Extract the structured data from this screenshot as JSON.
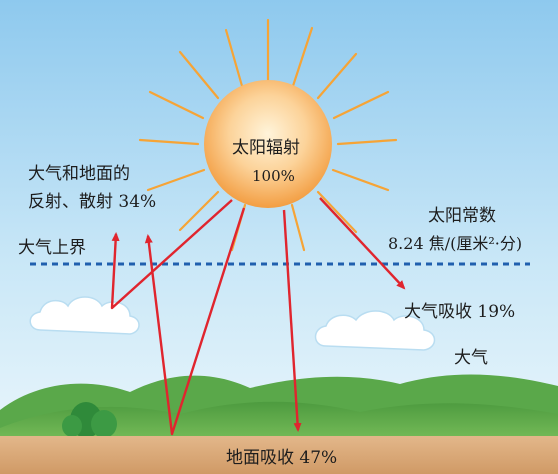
{
  "diagram": {
    "sun_label": "太阳辐射",
    "sun_percent": "100%",
    "reflect_line1": "大气和地面的",
    "reflect_line2": "反射、散射 34%",
    "atmosphere_top": "大气上界",
    "solar_constant_title": "太阳常数",
    "solar_constant_value": "8.24 焦/(厘米²·分)",
    "atmosphere_absorb": "大气吸收 19%",
    "atmosphere": "大气",
    "ground_absorb": "地面吸收 47%"
  },
  "colors": {
    "sky_top": "#8ec9ee",
    "sky_bottom": "#e6f4fb",
    "sun_core": "#fde6c0",
    "sun_edge": "#f39a3a",
    "sun_rays": "#f6a436",
    "arrows": "#e0252e",
    "atmosphere_line": "#1f5fae",
    "hills": "#5aa84a",
    "ground": "#d9a97a"
  }
}
